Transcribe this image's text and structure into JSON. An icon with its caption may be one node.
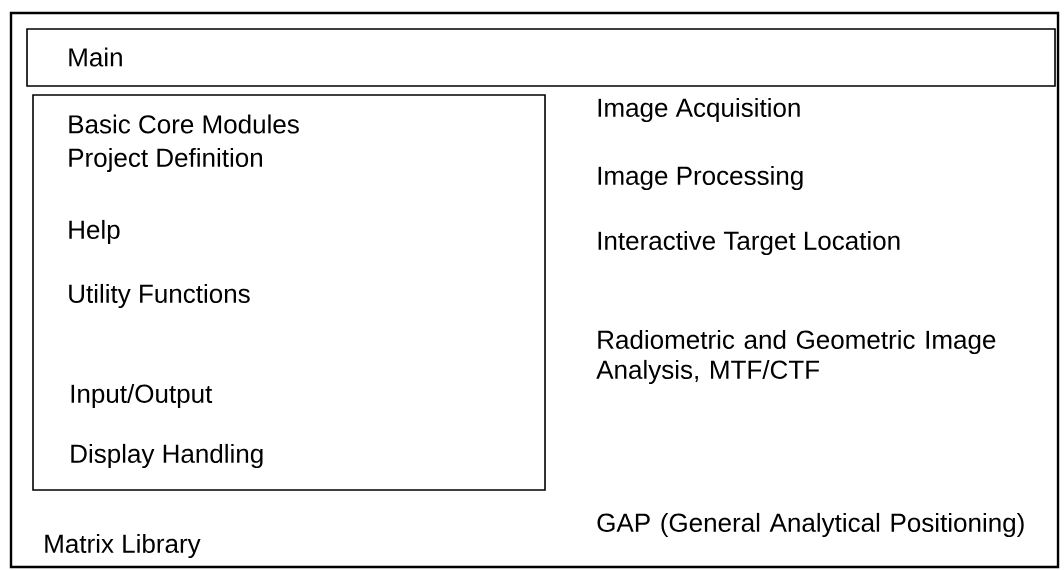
{
  "diagram": {
    "nodes": [
      {
        "text": [],
        "shape": "box"
      },
      {
        "text": [
          "Main"
        ],
        "in": 0
      },
      {
        "text": [
          "Basic Core Modules",
          "Project Definition",
          "Help",
          "Utility Functions",
          "Input/Output",
          "Display Handling"
        ],
        "in": 0
      }
    ],
    "labels": [
      "Image Acquisition",
      "Image Processing",
      "Interactive Target Location",
      "Radiometric and Geometric Image Analysis, MTF/CTF",
      "GAP (General Analytical Positioning)",
      "Matrix Library"
    ]
  }
}
